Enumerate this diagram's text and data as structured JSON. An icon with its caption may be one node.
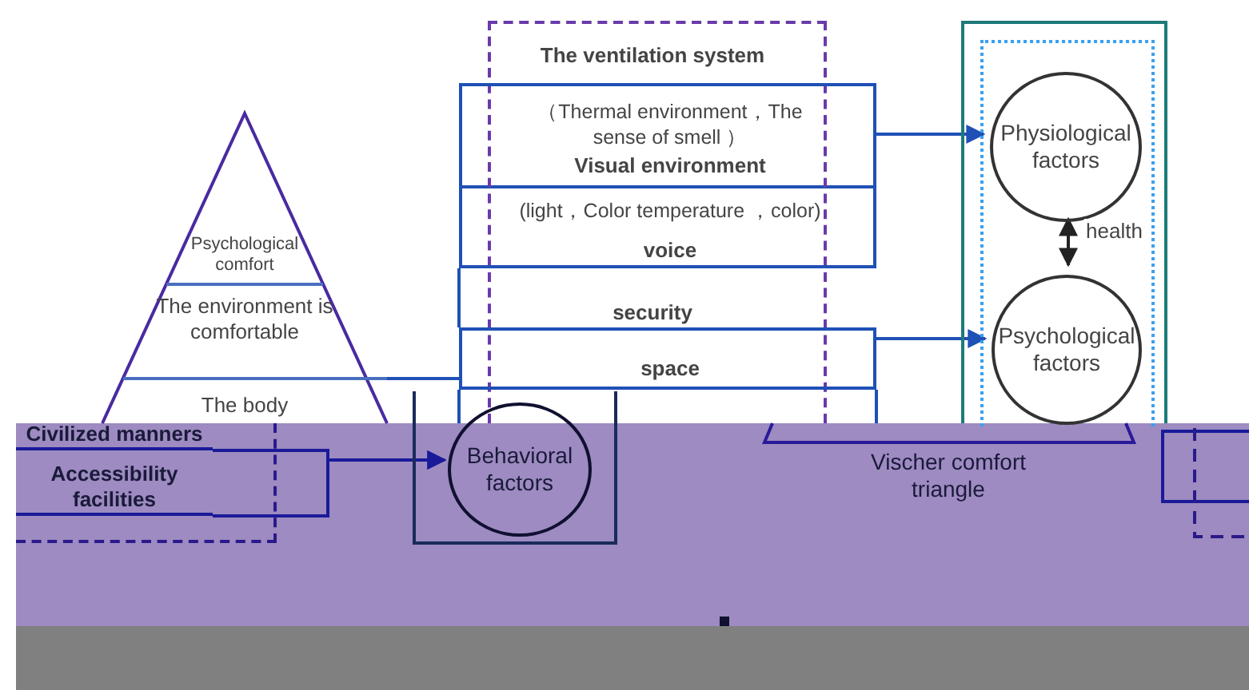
{
  "diagram": {
    "nodes": [
      {
        "text": [
          "Psychological comfort",
          "The environment is comfortable",
          "The body"
        ]
      },
      {
        "text": [],
        "shape": "box"
      },
      {
        "text": [
          "Civilized manners"
        ],
        "in": 1
      },
      {
        "text": [
          "Accessibility facilities"
        ],
        "in": 1
      },
      {
        "text": [],
        "shape": "box"
      },
      {
        "text": [
          "（Thermal environment，The sense of smell ）",
          "Visual environment",
          "(light，Color temperature ，color)",
          "voice"
        ]
      },
      {
        "text": [
          "space"
        ]
      },
      {
        "text": [],
        "shape": "box"
      },
      {
        "text": [],
        "shape": "box",
        "in": 7
      },
      {
        "text": [
          "Physiological factors"
        ],
        "in": 8
      },
      {
        "text": [
          "Psychological factors"
        ],
        "in": 8
      },
      {
        "text": [
          "Vischer comfort triangle"
        ]
      },
      {
        "text": [],
        "shape": "box"
      },
      {
        "text": [
          "Behavioral factors"
        ],
        "in": 12
      }
    ],
    "edges": [
      {
        "from": 2,
        "to": 13,
        "arrow": "to",
        "color": "#1a1a99"
      },
      {
        "from": 3,
        "to": 13,
        "arrow": "to",
        "color": "#1a1a99"
      },
      {
        "from": 5,
        "to": 9,
        "arrow": "to"
      },
      {
        "from": 6,
        "to": 10,
        "arrow": "to"
      },
      {
        "from": 9,
        "to": 10,
        "arrow": "both",
        "label": "health",
        "color": "#222222"
      },
      {
        "from": 0,
        "to": 6,
        "arrow": "none"
      }
    ],
    "labels": [
      "The ventilation system",
      "security"
    ]
  }
}
